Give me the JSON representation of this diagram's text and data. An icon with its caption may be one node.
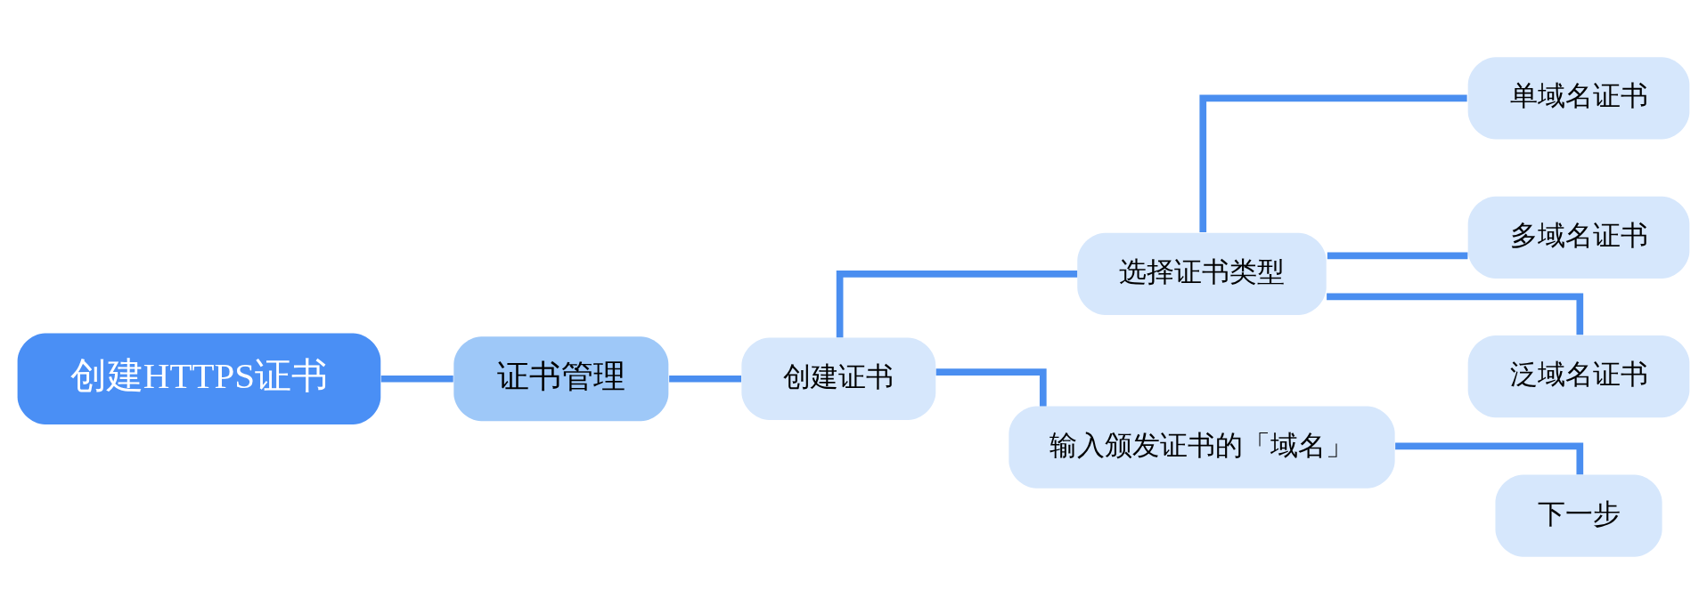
{
  "diagram": {
    "nodes": [
      {
        "text": [
          "创建HTTPS证书"
        ]
      },
      {
        "text": [
          "证书管理"
        ]
      },
      {
        "text": [
          "创建证书"
        ]
      },
      {
        "text": [
          "选择证书类型"
        ]
      },
      {
        "text": [
          "单域名证书"
        ]
      },
      {
        "text": [
          "多域名证书"
        ]
      },
      {
        "text": [
          "泛域名证书"
        ]
      },
      {
        "text": [
          "输入颁发证书的「域名」"
        ]
      },
      {
        "text": [
          "下一步"
        ]
      }
    ],
    "edges": [
      {
        "from": 0,
        "to": 1,
        "arrow": "none"
      },
      {
        "from": 1,
        "to": 2,
        "arrow": "none"
      },
      {
        "from": 2,
        "to": 3,
        "arrow": "none"
      },
      {
        "from": 2,
        "to": 7,
        "arrow": "none"
      },
      {
        "from": 3,
        "to": 4,
        "arrow": "none"
      },
      {
        "from": 3,
        "to": 5,
        "arrow": "none"
      },
      {
        "from": 3,
        "to": 6,
        "arrow": "none"
      },
      {
        "from": 7,
        "to": 8,
        "arrow": "none"
      }
    ]
  }
}
